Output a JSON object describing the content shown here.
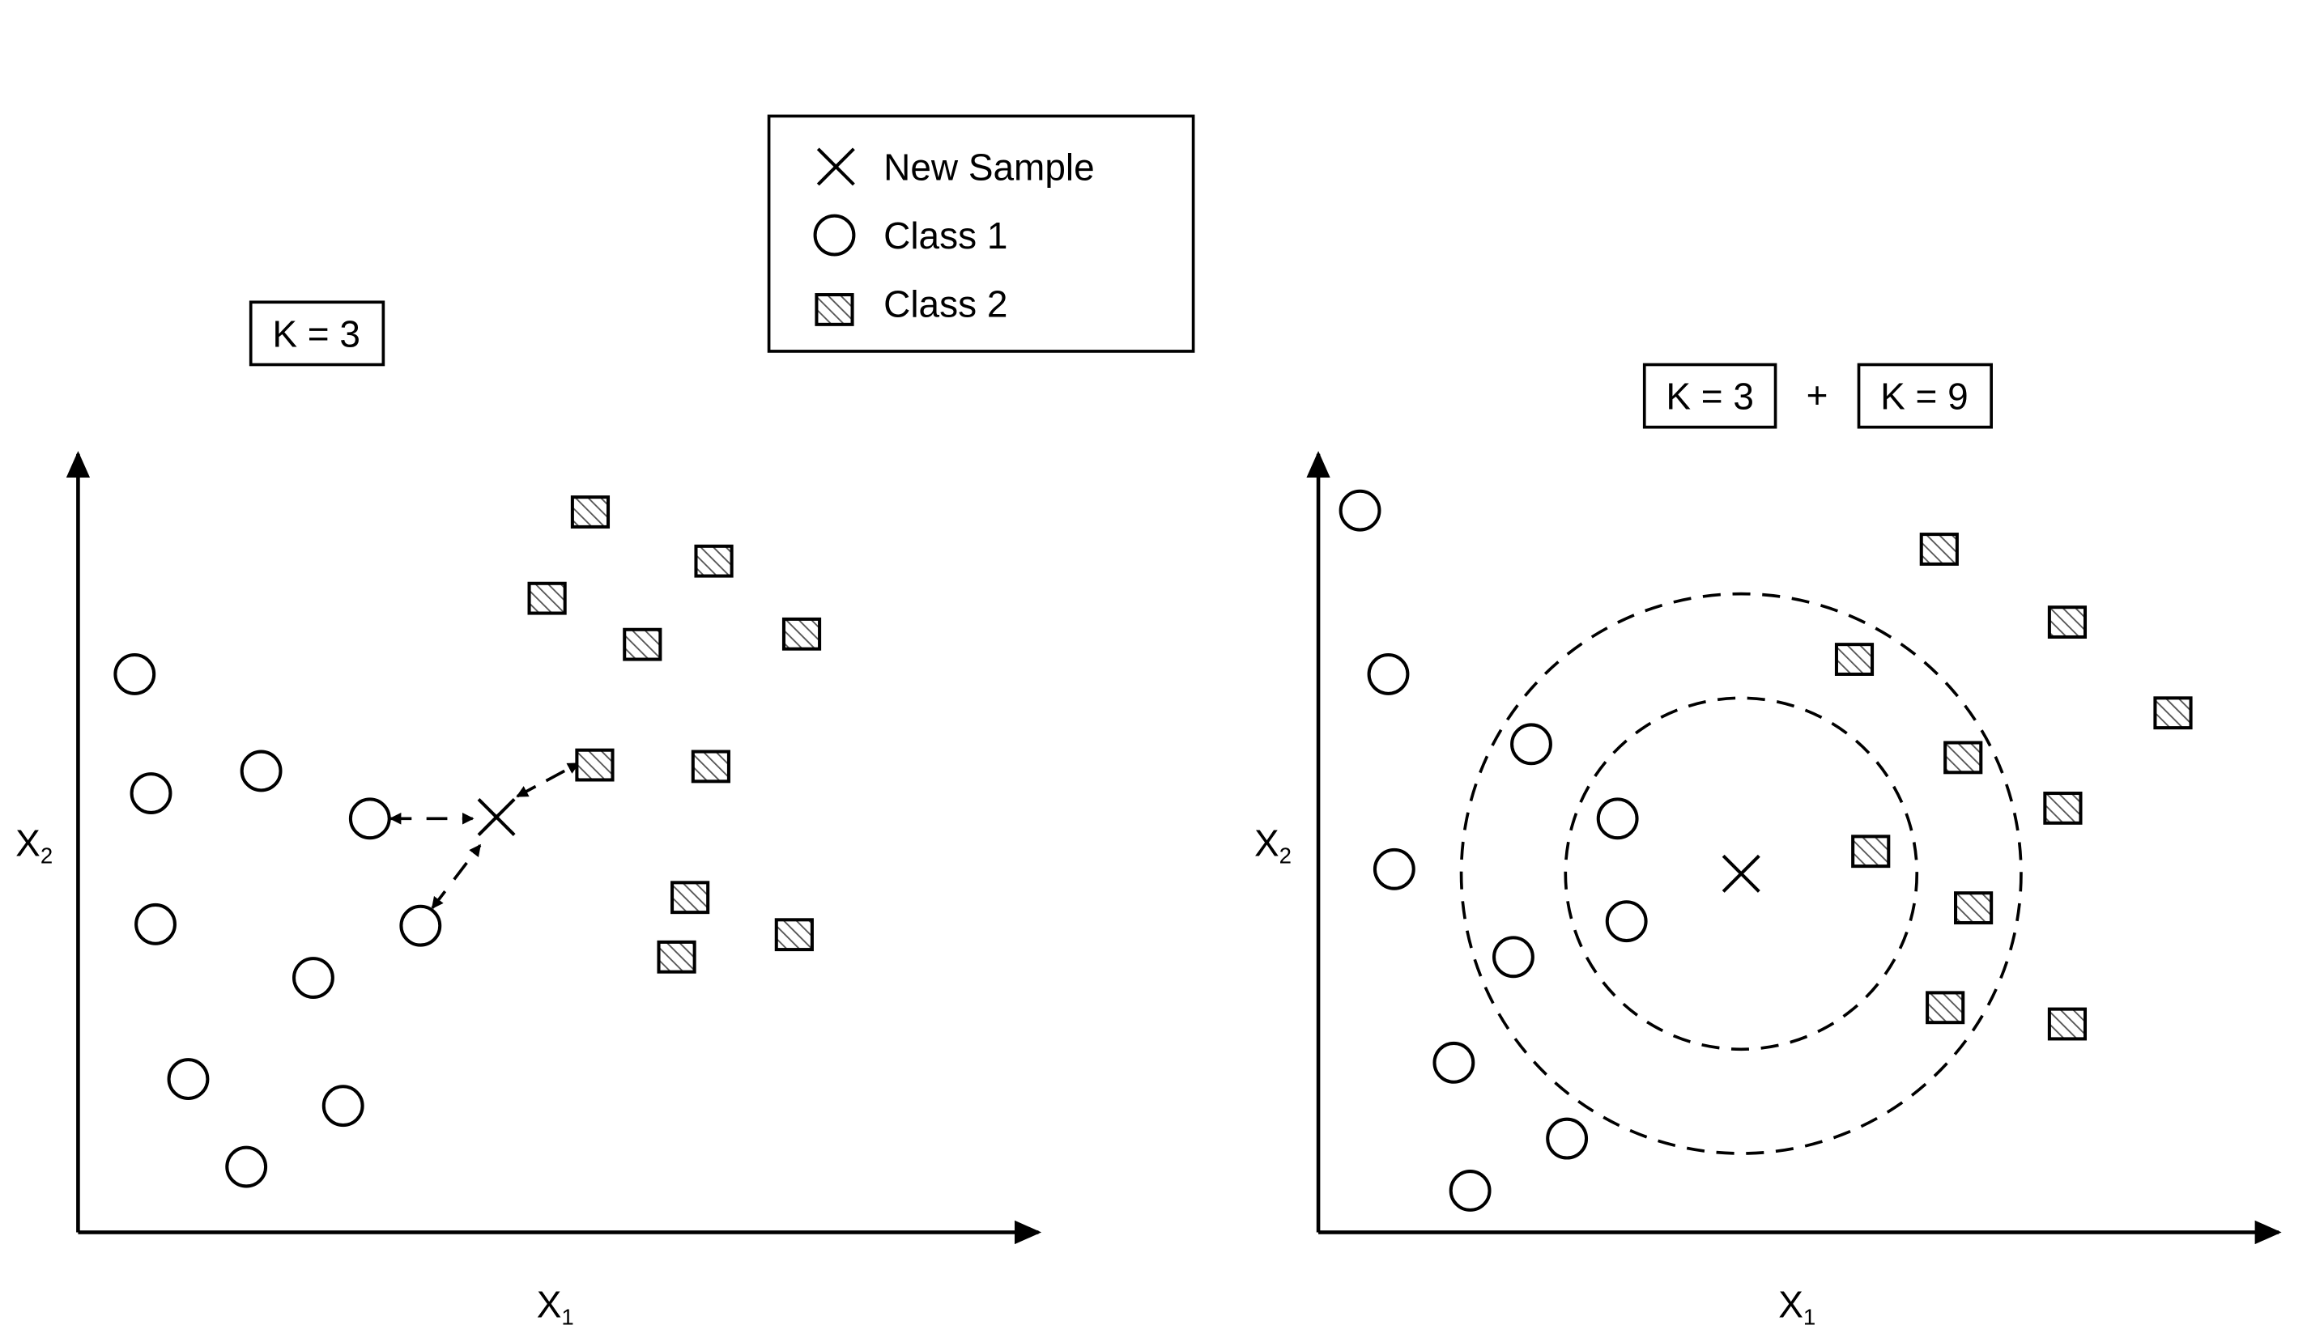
{
  "legend": {
    "items": [
      {
        "label": "New Sample",
        "icon": "cross-icon"
      },
      {
        "label": "Class 1",
        "icon": "circle-icon"
      },
      {
        "label": "Class 2",
        "icon": "hatched-square-icon"
      }
    ]
  },
  "left_panel": {
    "k_label": "K = 3",
    "x_axis": {
      "base": "X",
      "sub": "1"
    },
    "y_axis": {
      "base": "X",
      "sub": "2"
    }
  },
  "right_panel": {
    "k_label_inner": "K = 3",
    "plus": "+",
    "k_label_outer": "K = 9",
    "x_axis": {
      "base": "X",
      "sub": "1"
    },
    "y_axis": {
      "base": "X",
      "sub": "2"
    }
  }
}
